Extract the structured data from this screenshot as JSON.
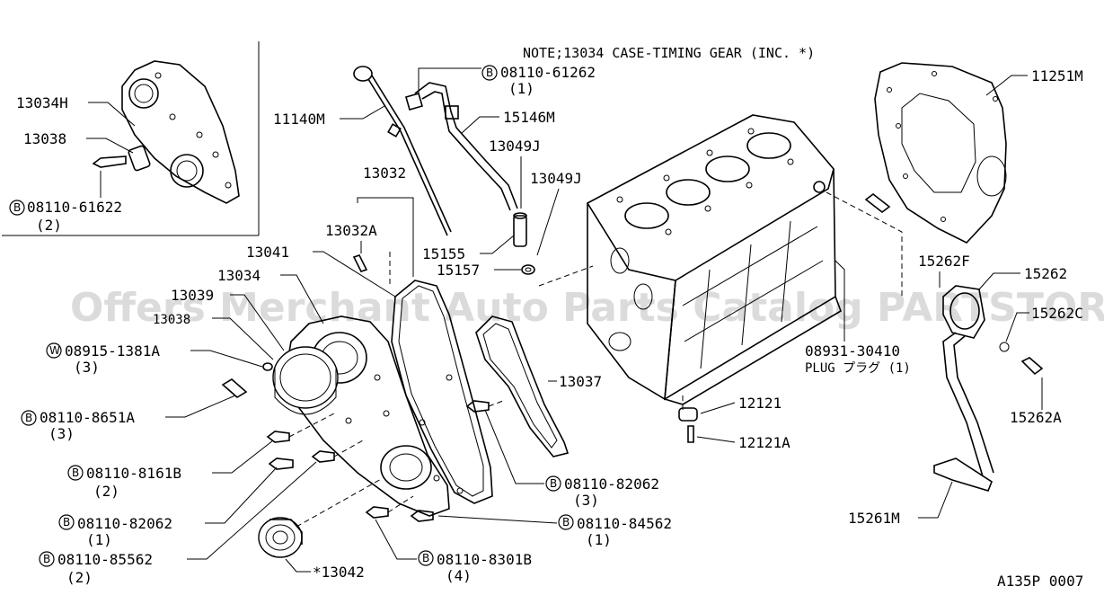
{
  "note": "NOTE;13034 CASE-TIMING GEAR (INC. *)",
  "figure_code": "A135P 0007",
  "watermark": "Offers Merchant Auto Parts Catalog PARTSTORE SA",
  "labels": {
    "p13034H": "13034H",
    "p13038_inset": "13038",
    "b08110_61622": "08110-61622",
    "q2_inset": "(2)",
    "p11140M": "11140M",
    "b08110_61262": "08110-61262",
    "q1_61262": "(1)",
    "p15146M": "15146M",
    "p13049J_a": "13049J",
    "p13049J_b": "13049J",
    "p13032": "13032",
    "p13032A": "13032A",
    "p15155": "15155",
    "p15157": "15157",
    "p13041": "13041",
    "p13034": "13034",
    "p13039": "13039",
    "p13038": "13038",
    "w08915_1381A": "08915-1381A",
    "q3_1381A": "(3)",
    "b08110_8651A": "08110-8651A",
    "q3_8651A": "(3)",
    "b08110_8161B": "08110-8161B",
    "q2_8161B": "(2)",
    "b08110_82062_left": "08110-82062",
    "q1_82062_left": "(1)",
    "b08110_85562": "08110-85562",
    "q2_85562": "(2)",
    "p13042": "*13042",
    "b08110_8301B": "08110-8301B",
    "q4_8301B": "(4)",
    "b08110_84562": "08110-84562",
    "q1_84562": "(1)",
    "b08110_82062_right": "08110-82062",
    "q3_82062_right": "(3)",
    "p13037": "13037",
    "p12121": "12121",
    "p12121A": "12121A",
    "p08931_30410": "08931-30410",
    "plug": "PLUG プラグ (1)",
    "p11251M": "11251M",
    "p15262F": "15262F",
    "p15262": "15262",
    "p15262C": "15262C",
    "p15262A": "15262A",
    "p15261M": "15261M"
  },
  "badges": {
    "b": "B",
    "w": "W"
  }
}
